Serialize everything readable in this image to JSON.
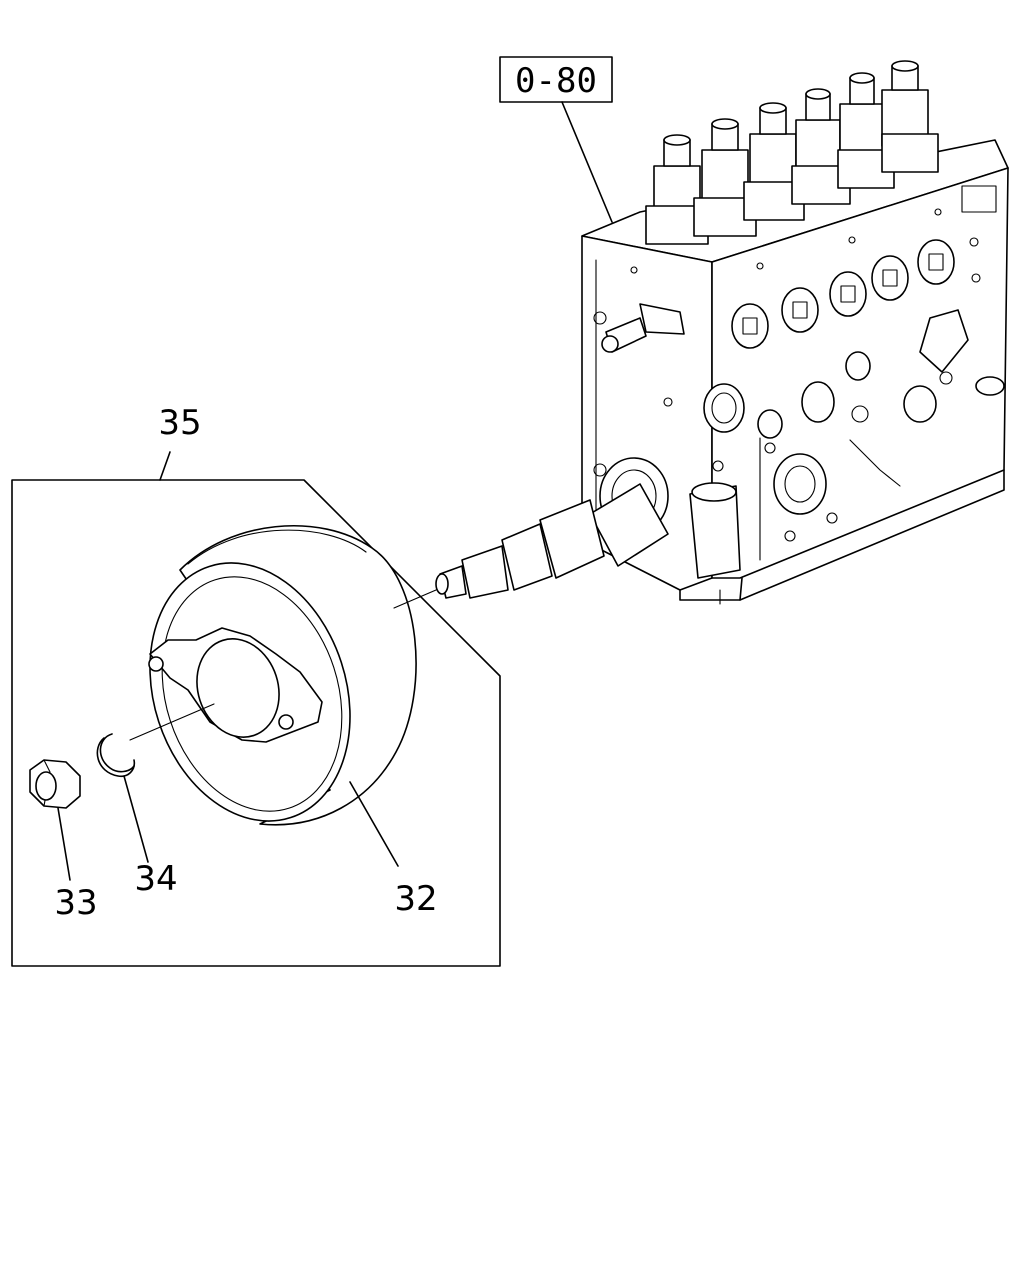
{
  "diagram": {
    "reference_tag": "0-80",
    "callouts": {
      "assembly": "35",
      "nut": "33",
      "washer": "34",
      "timer": "32"
    }
  }
}
